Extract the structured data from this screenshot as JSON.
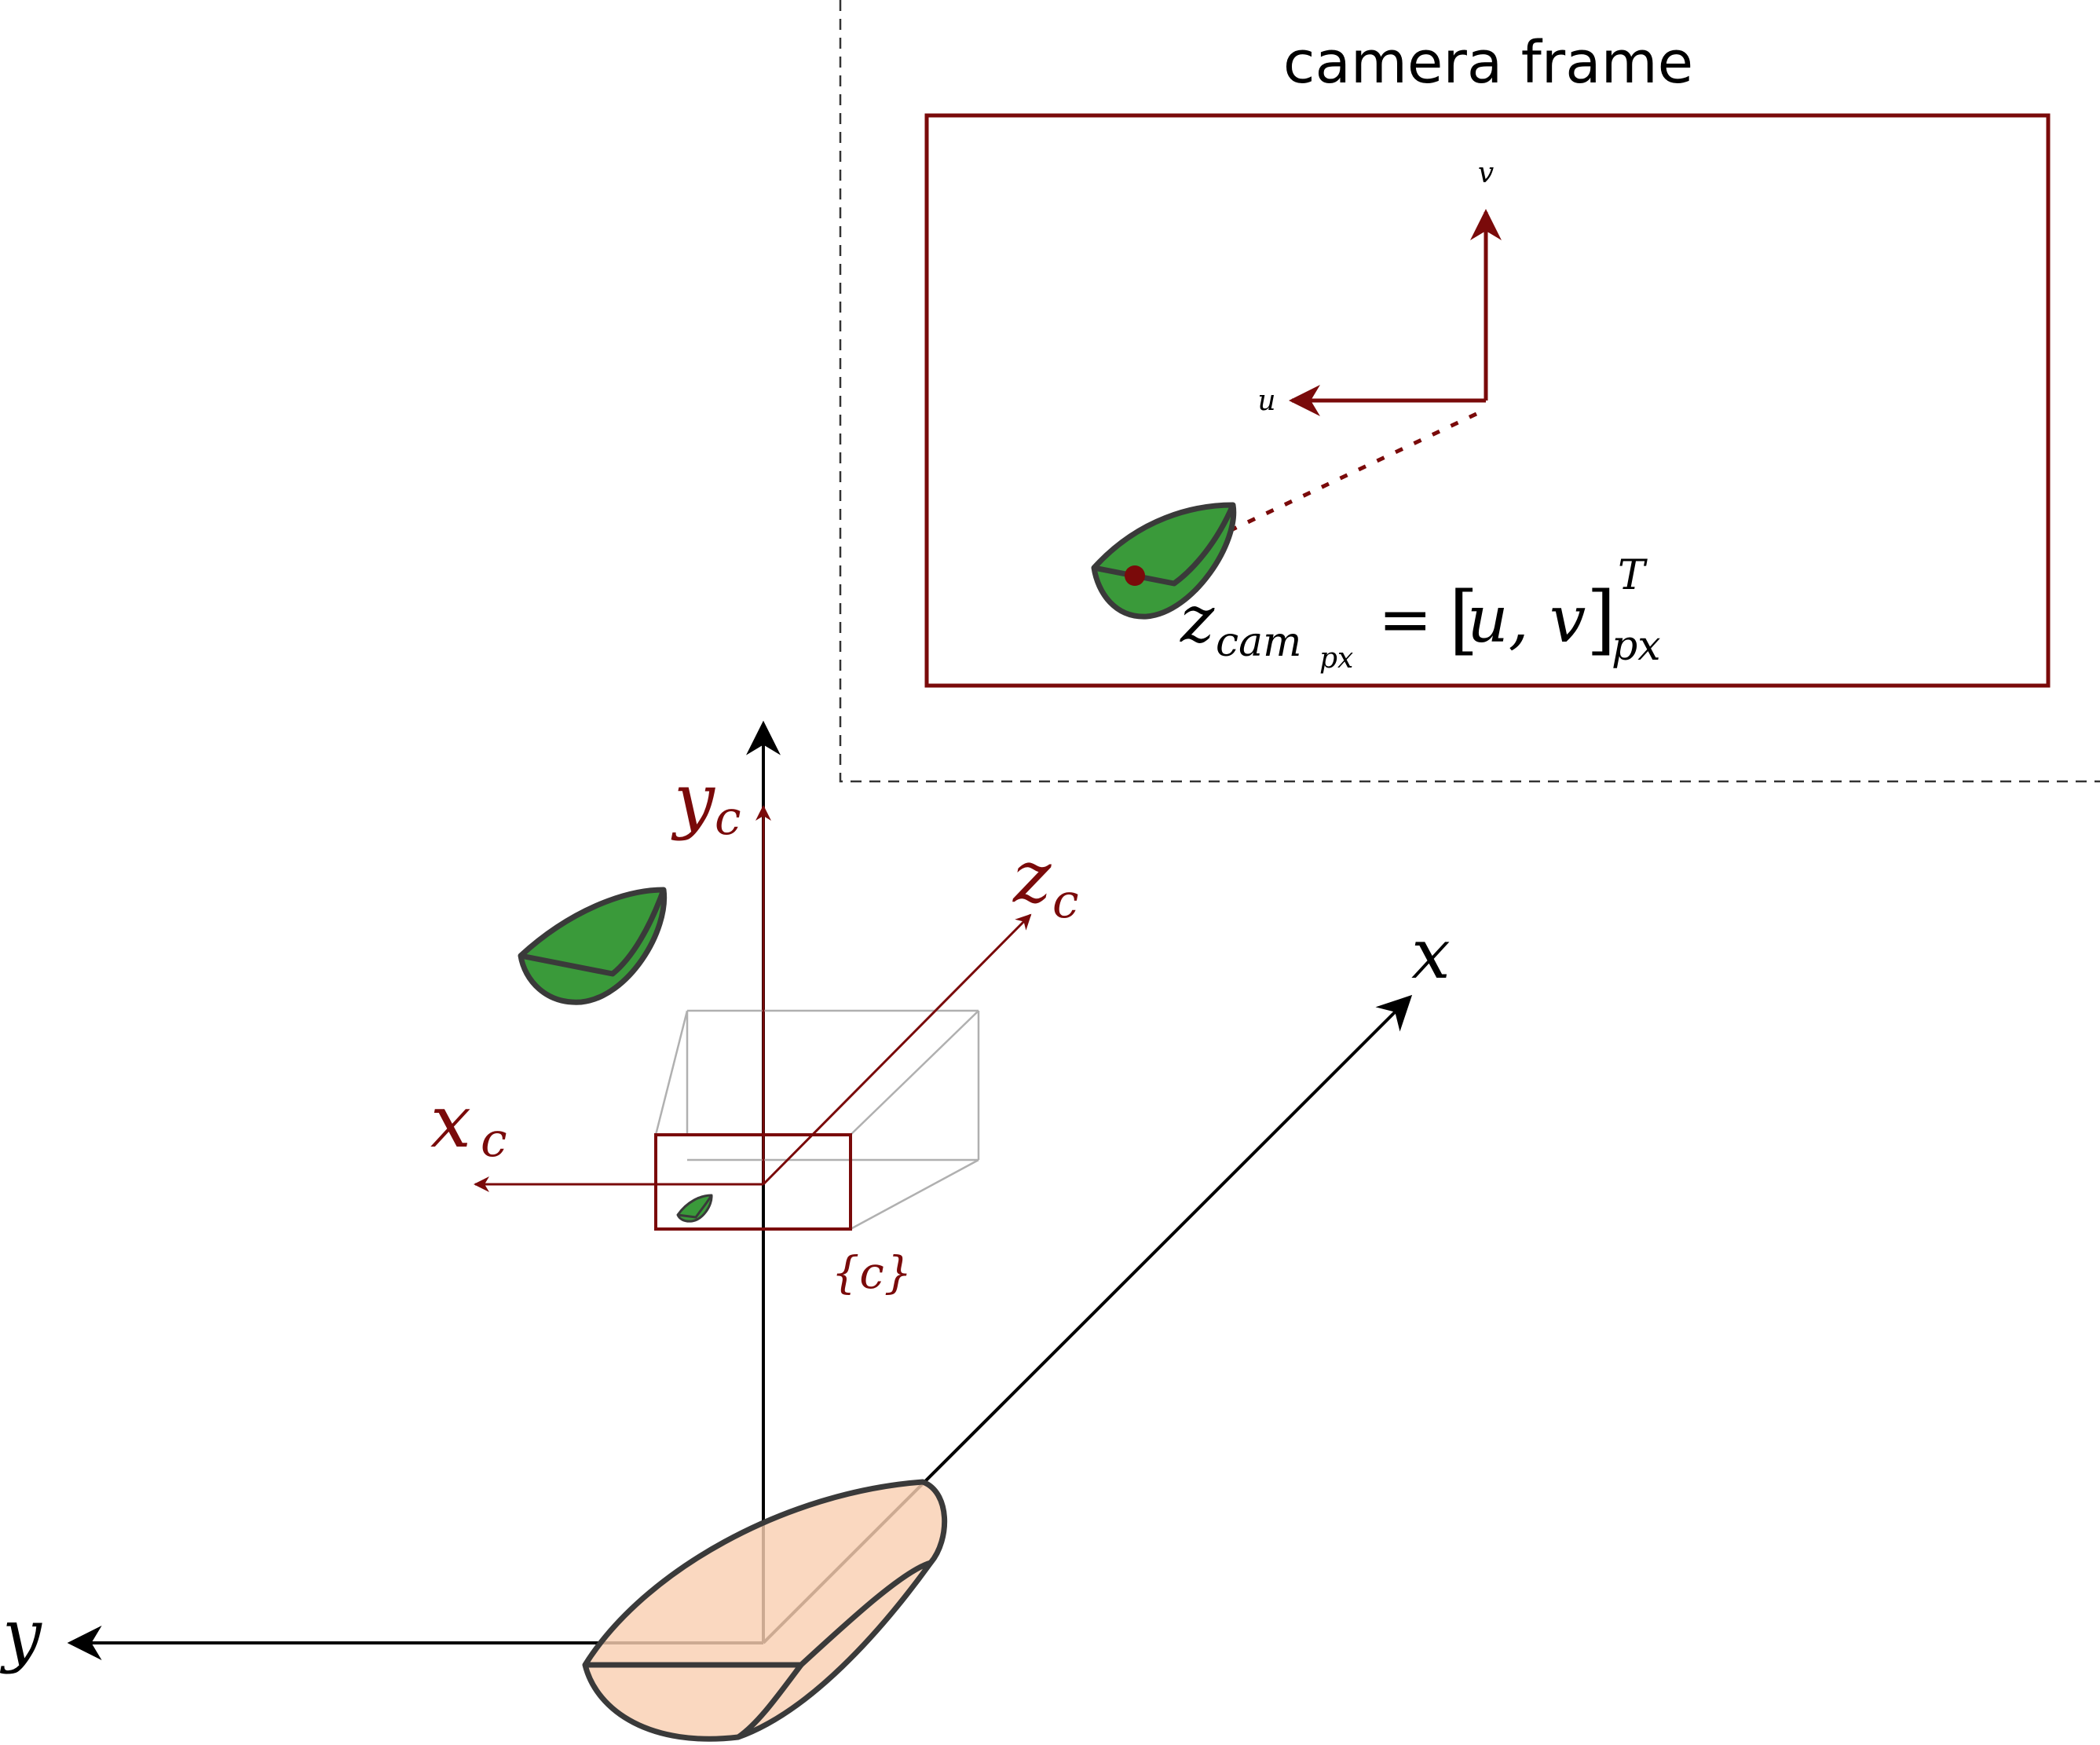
{
  "panel": {
    "title": "camera frame",
    "u_label": "u",
    "v_label": "v",
    "eq": {
      "lhs_base": "z",
      "lhs_sub": "cam",
      "lhs_subsub": "px",
      "equals": "=",
      "bracket_open": "[",
      "vector": "u, v",
      "bracket_close": "]",
      "sup": "T",
      "sub": "px"
    }
  },
  "world": {
    "x_label": "x",
    "y_label": "y"
  },
  "camera": {
    "xc_base": "x",
    "xc_sub": "c",
    "yc_base": "y",
    "yc_sub": "c",
    "zc_base": "z",
    "zc_sub": "c",
    "frame_label": "{c}"
  },
  "colors": {
    "dark_red": "#7a0a0a",
    "black": "#000000",
    "leaf_green": "#3a9a3a",
    "boat_fill": "#f9cfb2",
    "outline": "#3a3a3a",
    "frustum_gray": "#b0b0b0"
  }
}
